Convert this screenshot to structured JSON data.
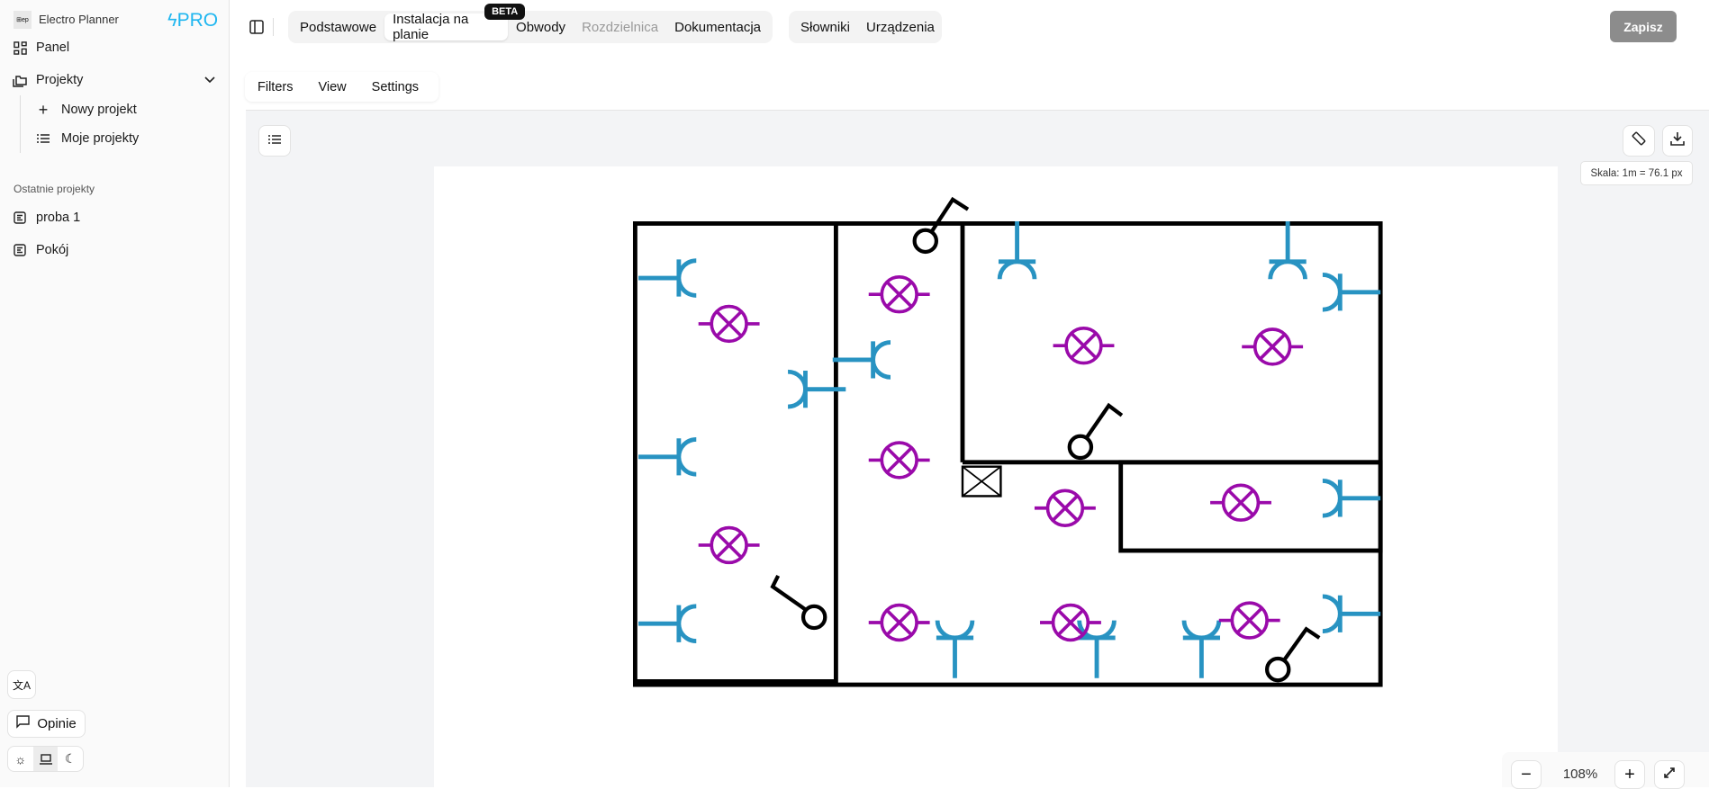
{
  "sidebar": {
    "app_name": "Electro Planner",
    "pro_badge": "PRO",
    "items": [
      {
        "label": "Panel",
        "icon": "dashboard-icon"
      },
      {
        "label": "Projekty",
        "icon": "folders-icon"
      }
    ],
    "sub_items": [
      {
        "label": "Nowy projekt",
        "icon": "plus-icon"
      },
      {
        "label": "Moje projekty",
        "icon": "list-icon"
      }
    ],
    "recent_heading": "Ostatnie projekty",
    "recent": [
      {
        "label": "proba 1"
      },
      {
        "label": "Pokój"
      }
    ],
    "feedback_label": "Opinie"
  },
  "header": {
    "tabs": [
      {
        "label": "Podstawowe"
      },
      {
        "label": "Instalacja na planie",
        "badge": "BETA",
        "active": true
      },
      {
        "label": "Obwody"
      },
      {
        "label": "Rozdzielnica",
        "disabled": true
      },
      {
        "label": "Dokumentacja"
      }
    ],
    "tabs2": [
      {
        "label": "Słowniki"
      },
      {
        "label": "Urządzenia"
      }
    ],
    "save_label": "Zapisz"
  },
  "toolbar": {
    "filters": "Filters",
    "view": "View",
    "settings": "Settings"
  },
  "canvas": {
    "scale_label": "Skala: 1m = 76.1 px",
    "zoom_level": "108%",
    "colors": {
      "socket": "#2893c2",
      "lamp": "#9a0aaa",
      "wall": "#000000"
    }
  }
}
